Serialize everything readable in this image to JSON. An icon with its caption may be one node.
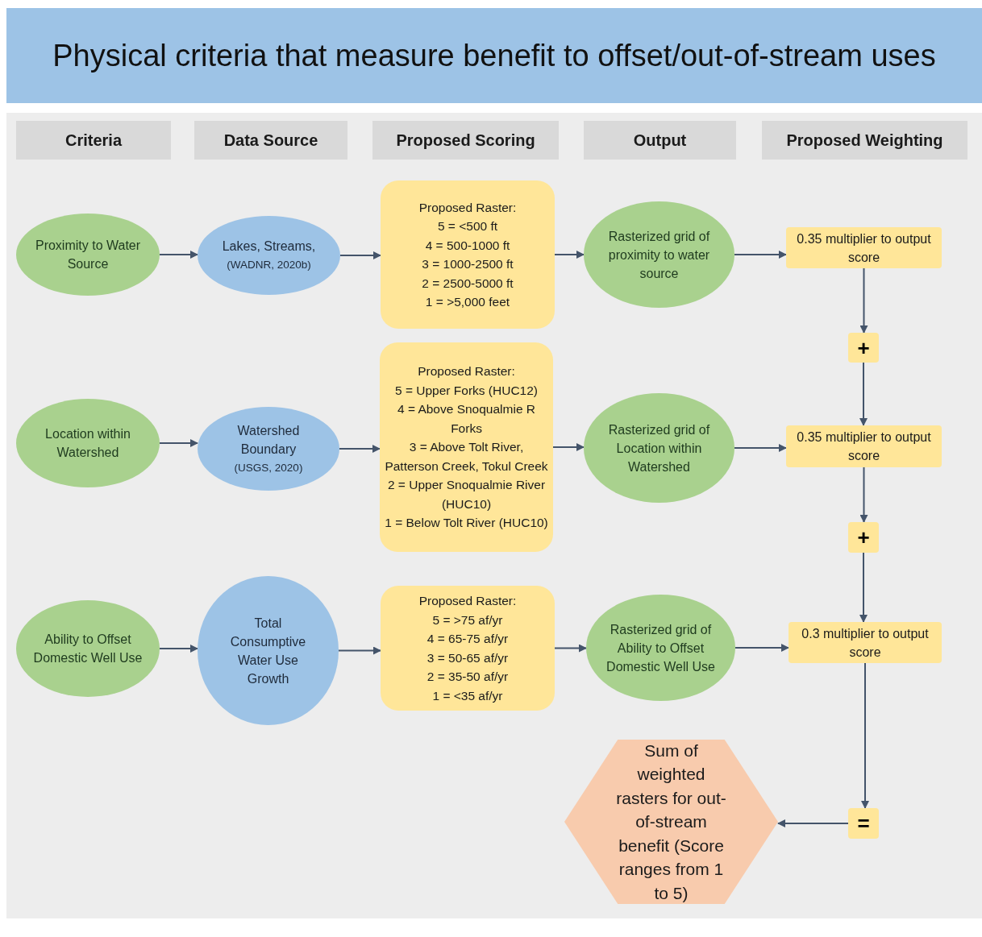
{
  "diagram": {
    "title": "Physical criteria that measure benefit to offset/out-of-stream uses",
    "nodes": [
      {
        "text": [
          "Criteria"
        ]
      },
      {
        "text": [
          "Data Source"
        ]
      },
      {
        "text": [
          "Proposed Scoring"
        ]
      },
      {
        "text": [
          "Output"
        ]
      },
      {
        "text": [
          "Proposed Weighting"
        ]
      },
      {
        "text": [
          "Proximity to Water Source"
        ]
      },
      {
        "text": [
          "Lakes, Streams,",
          "(WADNR, 2020b)"
        ]
      },
      {
        "text": [
          "Proposed Raster:",
          "5 = <500 ft",
          "4 = 500-1000 ft",
          "3 = 1000-2500 ft",
          "2 = 2500-5000 ft",
          "1 = >5,000 feet"
        ]
      },
      {
        "text": [
          "Rasterized grid of proximity to water source"
        ]
      },
      {
        "text": [
          "0.35 multiplier to output score"
        ]
      },
      {
        "text": [
          "+"
        ]
      },
      {
        "text": [
          "Location within Watershed"
        ]
      },
      {
        "text": [
          "Watershed Boundary",
          "(USGS, 2020)"
        ]
      },
      {
        "text": [
          "Proposed Raster:",
          "5 = Upper Forks (HUC12)",
          "4 = Above Snoqualmie R Forks",
          "3 = Above Tolt River, Patterson Creek, Tokul Creek",
          "2 = Upper Snoqualmie River (HUC10)",
          "1 = Below Tolt River (HUC10)"
        ]
      },
      {
        "text": [
          "Rasterized grid of Location within Watershed"
        ]
      },
      {
        "text": [
          "0.35 multiplier to output score"
        ]
      },
      {
        "text": [
          "+"
        ]
      },
      {
        "text": [
          "Ability to Offset Domestic Well Use"
        ]
      },
      {
        "text": [
          "Total Consumptive Water Use Growth"
        ]
      },
      {
        "text": [
          "Proposed Raster:",
          "5 = >75 af/yr",
          "4 = 65-75 af/yr",
          "3 = 50-65 af/yr",
          "2 = 35-50 af/yr",
          "1 = <35 af/yr"
        ]
      },
      {
        "text": [
          "Rasterized grid of Ability to Offset Domestic Well Use"
        ]
      },
      {
        "text": [
          "0.3 multiplier to output score"
        ]
      },
      {
        "text": [
          "="
        ]
      },
      {
        "text": [
          "Sum of weighted rasters for out-of-stream benefit (Score ranges from 1 to 5)"
        ]
      }
    ],
    "edges": [
      {
        "from": 5,
        "to": 6,
        "arrow": "to"
      },
      {
        "from": 6,
        "to": 7,
        "arrow": "to"
      },
      {
        "from": 7,
        "to": 8,
        "arrow": "to"
      },
      {
        "from": 8,
        "to": 9,
        "arrow": "to"
      },
      {
        "from": 9,
        "to": 10,
        "arrow": "to"
      },
      {
        "from": 10,
        "to": 15,
        "arrow": "to"
      },
      {
        "from": 11,
        "to": 12,
        "arrow": "to"
      },
      {
        "from": 12,
        "to": 13,
        "arrow": "to"
      },
      {
        "from": 13,
        "to": 14,
        "arrow": "to"
      },
      {
        "from": 14,
        "to": 15,
        "arrow": "to"
      },
      {
        "from": 15,
        "to": 16,
        "arrow": "to"
      },
      {
        "from": 16,
        "to": 21,
        "arrow": "to"
      },
      {
        "from": 17,
        "to": 18,
        "arrow": "to"
      },
      {
        "from": 18,
        "to": 19,
        "arrow": "to"
      },
      {
        "from": 19,
        "to": 20,
        "arrow": "to"
      },
      {
        "from": 20,
        "to": 21,
        "arrow": "to"
      },
      {
        "from": 21,
        "to": 22,
        "arrow": "to"
      },
      {
        "from": 22,
        "to": 23,
        "arrow": "to"
      }
    ]
  }
}
